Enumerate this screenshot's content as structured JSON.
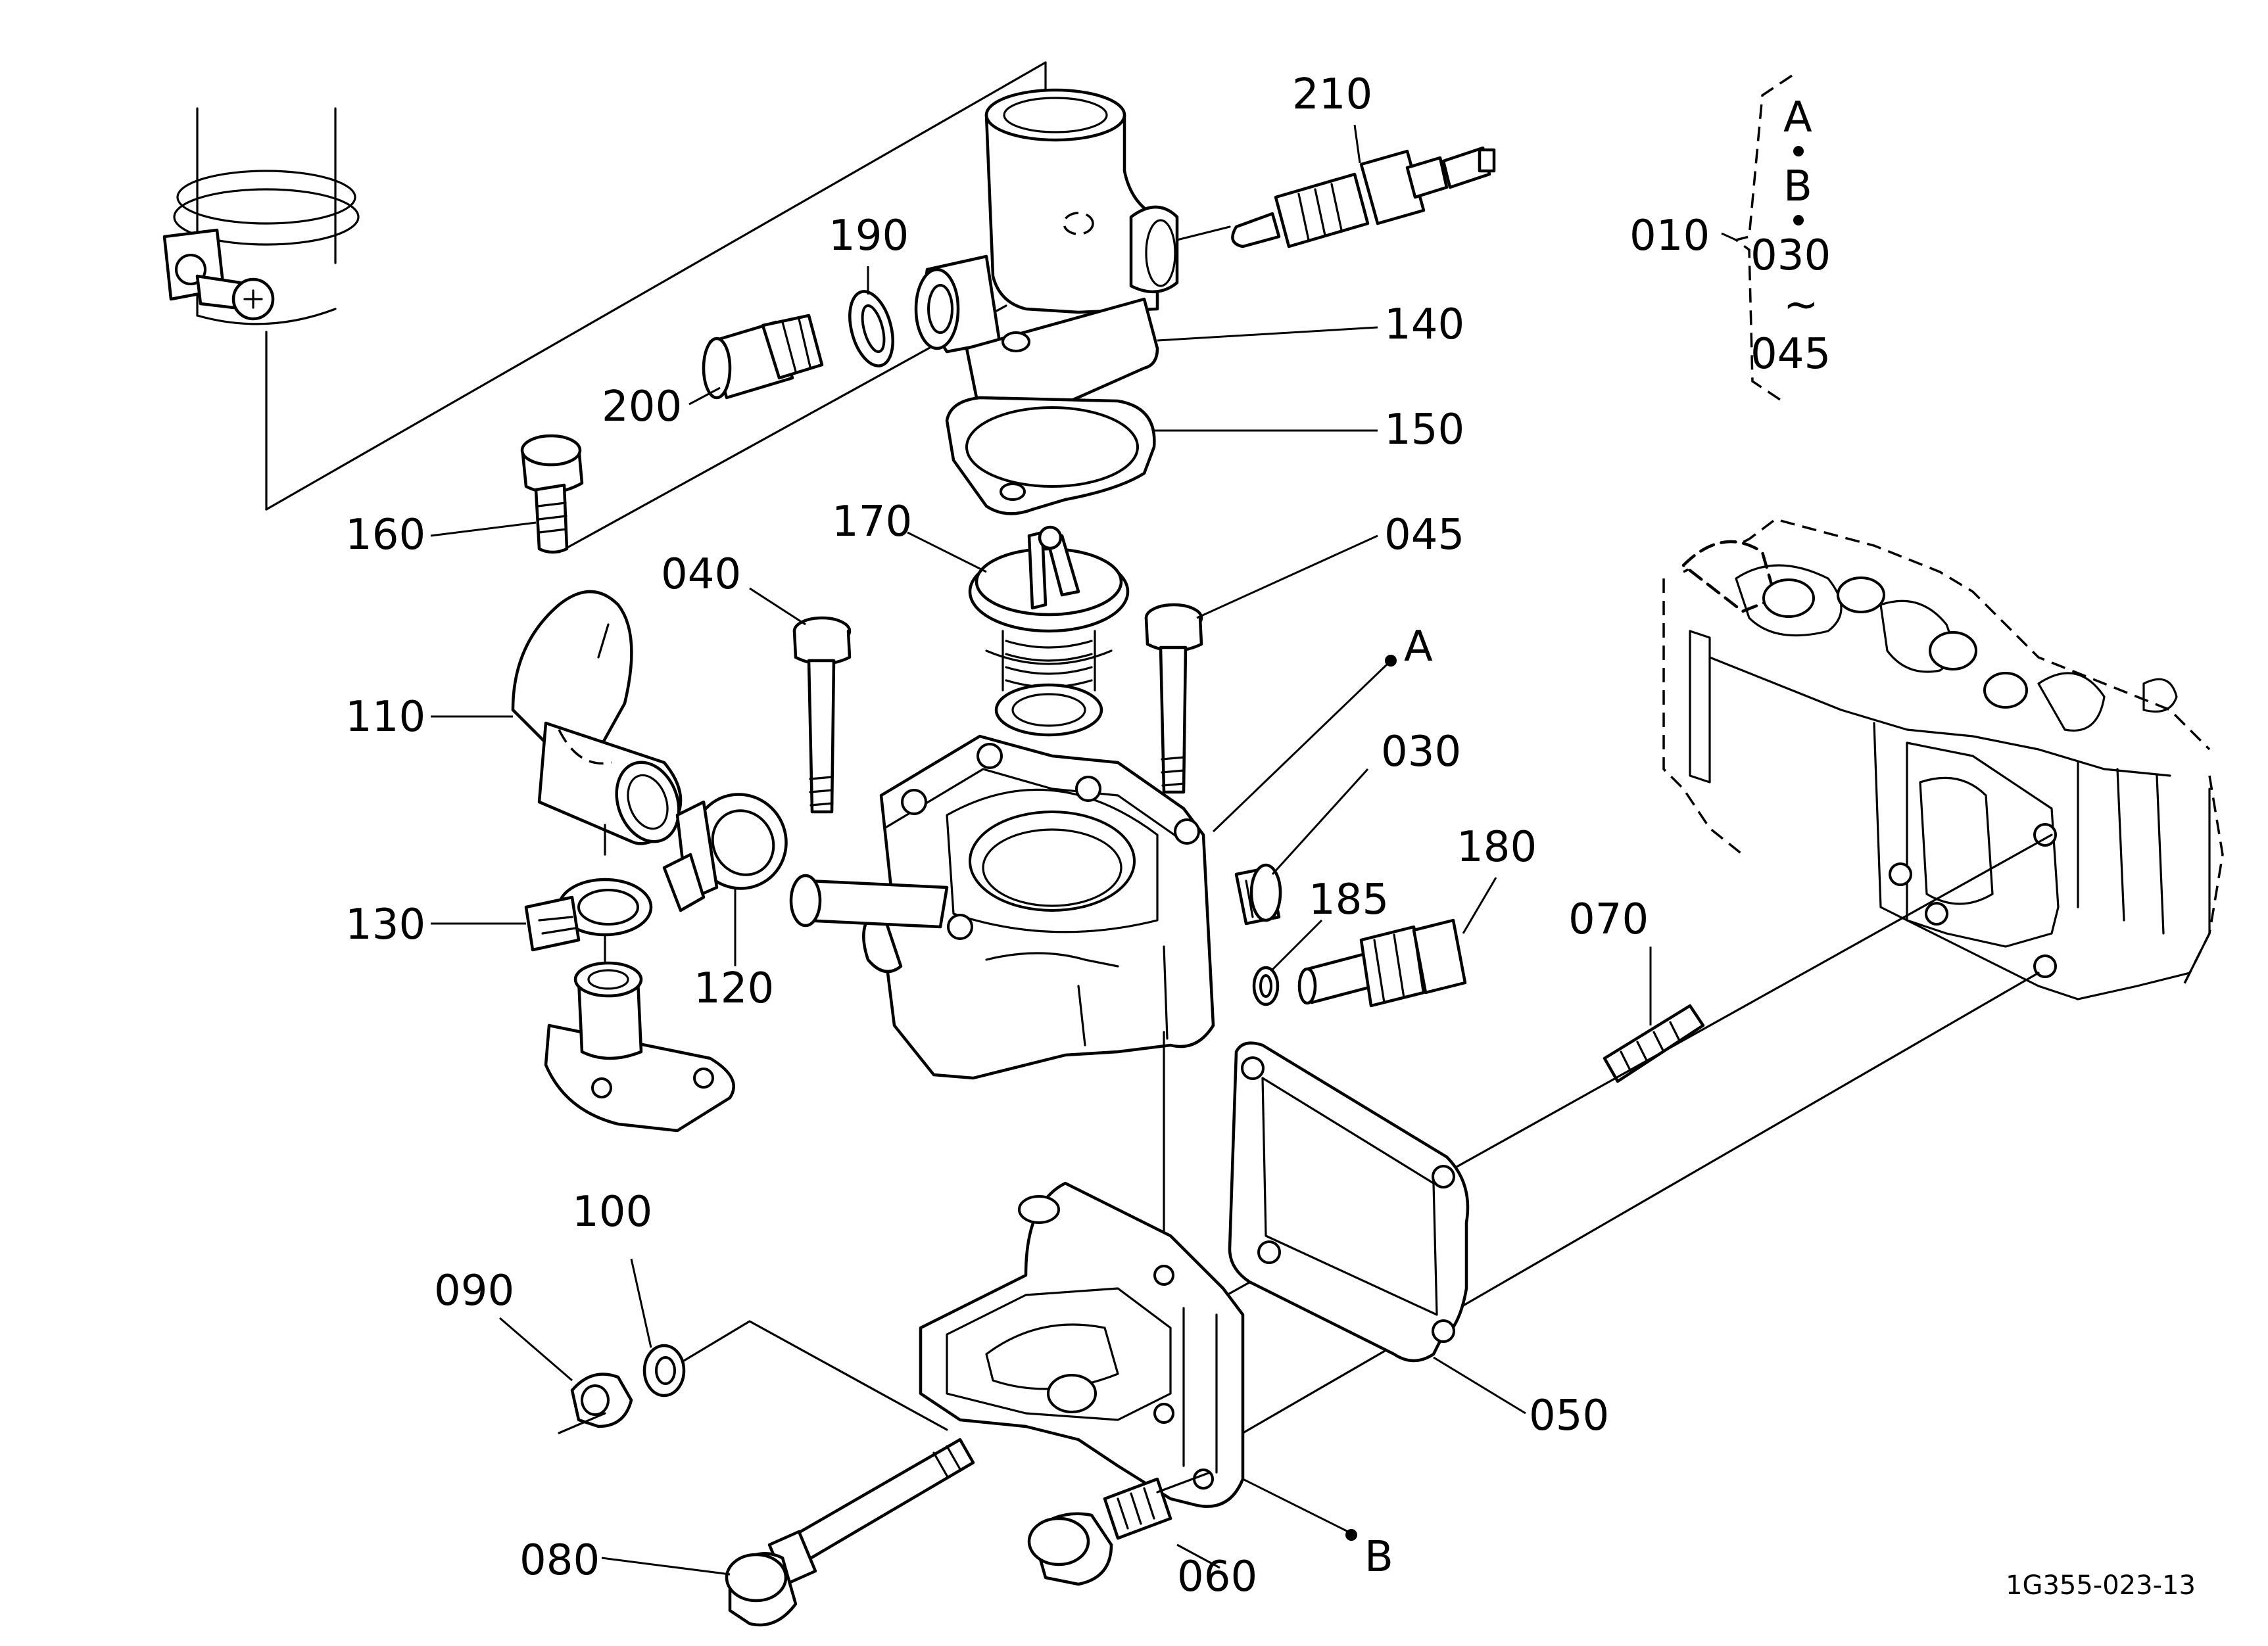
{
  "labels": {
    "p210": "210",
    "p190": "190",
    "p200": "200",
    "p140": "140",
    "p150": "150",
    "p160": "160",
    "p170": "170",
    "p045": "045",
    "p040": "040",
    "p110": "110",
    "pA": "A",
    "p030": "030",
    "p185": "185",
    "p180": "180",
    "p070": "070",
    "p130": "130",
    "p120": "120",
    "p100": "100",
    "p090": "090",
    "p050": "050",
    "p080": "080",
    "p060": "060",
    "pB": "B"
  },
  "legend": {
    "main": "010",
    "line1": "A",
    "line2": "B",
    "line3": "030",
    "tilde": "~",
    "line4": "045"
  },
  "reference": "1G355-023-13"
}
